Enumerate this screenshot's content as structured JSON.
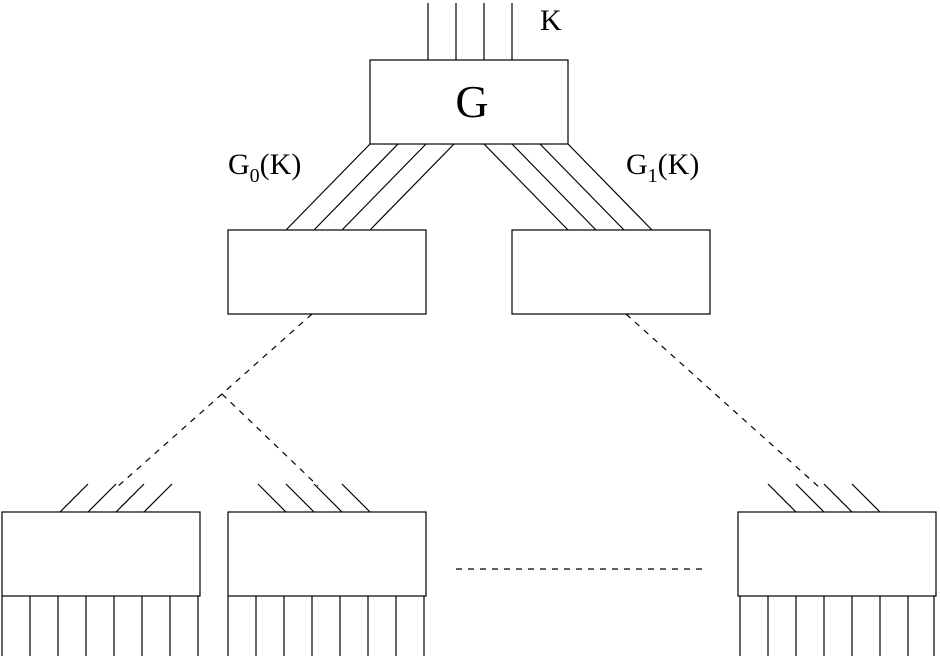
{
  "labels": {
    "input_key": "K",
    "generator": "G",
    "left_output_main": "G",
    "left_output_sub": "0",
    "left_output_arg": "(K)",
    "right_output_main": "G",
    "right_output_sub": "1",
    "right_output_arg": "(K)"
  }
}
